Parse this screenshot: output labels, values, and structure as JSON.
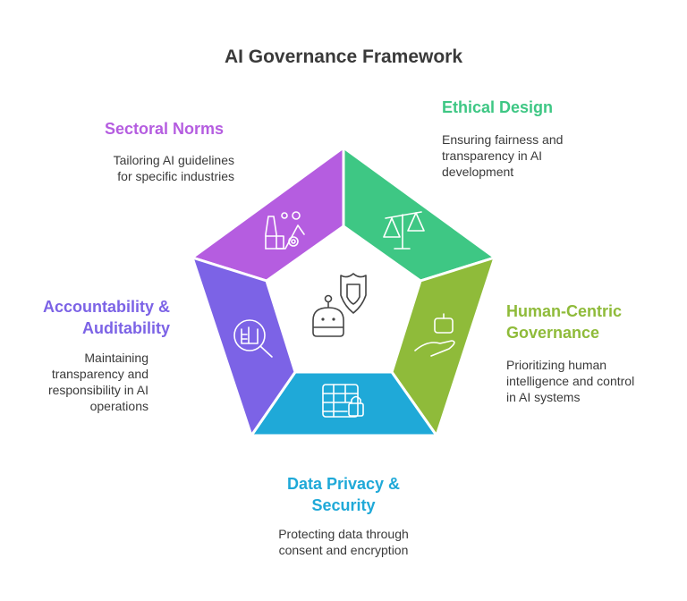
{
  "title": "AI Governance Framework",
  "segments": {
    "sectoral": {
      "heading": "Sectoral Norms",
      "description_lines": [
        "Tailoring AI guidelines",
        "for specific industries"
      ],
      "color": "#b55de0",
      "icon": "factory-gear-icon"
    },
    "ethical": {
      "heading": "Ethical Design",
      "description_lines": [
        "Ensuring fairness and",
        "transparency in AI",
        "development"
      ],
      "color": "#3ec784",
      "icon": "scales-icon"
    },
    "human": {
      "heading_lines": [
        "Human-Centric",
        "Governance"
      ],
      "description_lines": [
        "Prioritizing human",
        "intelligence and control",
        "in AI systems"
      ],
      "color": "#8fbb3a",
      "icon": "robot-hand-icon"
    },
    "privacy": {
      "heading_lines": [
        "Data Privacy &",
        "Security"
      ],
      "description_lines": [
        "Protecting data through",
        "consent and encryption"
      ],
      "color": "#1fa9d8",
      "icon": "table-lock-icon"
    },
    "accountability": {
      "heading_lines": [
        "Accountability &",
        "Auditability"
      ],
      "description_lines": [
        "Maintaining",
        "transparency and",
        "responsibility in AI",
        "operations"
      ],
      "color": "#7c63e6",
      "icon": "document-search-icon"
    }
  },
  "center_icon": "robot-shield-icon"
}
